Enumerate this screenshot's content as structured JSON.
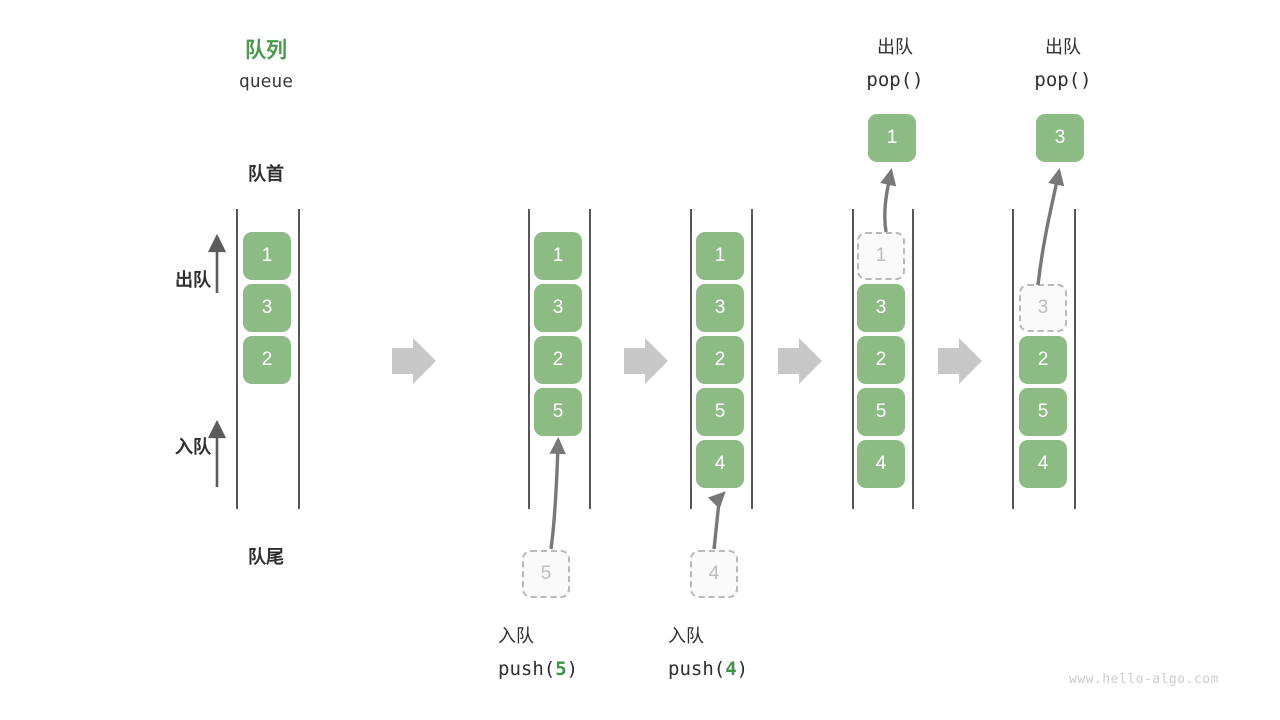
{
  "header": {
    "title_cn": "队列",
    "title_mono": "queue",
    "front_label": "队首",
    "rear_label": "队尾",
    "dequeue_label": "出队",
    "enqueue_label": "入队"
  },
  "colors": {
    "cell_green": "#8cbb84",
    "title_green": "#4a9a4e",
    "arg_green": "#41914a",
    "rail_gray": "#575757",
    "ghost_border": "#b9b9b9",
    "ghost_text": "#bdbdbd",
    "flow_arrow_gray": "#c8c8c8",
    "curve_arrow_gray": "#6e6e6e",
    "watermark_gray": "#cccccc"
  },
  "watermark": "www.hello-algo.com",
  "flow_arrows": [
    {
      "name": "flow-arrow-1"
    },
    {
      "name": "flow-arrow-2"
    },
    {
      "name": "flow-arrow-3"
    },
    {
      "name": "flow-arrow-4"
    }
  ],
  "stages": [
    {
      "id": "stage-initial",
      "caption_cn": "",
      "caption_mono": "",
      "cells": [
        {
          "value": "1",
          "ghost": false
        },
        {
          "value": "3",
          "ghost": false
        },
        {
          "value": "2",
          "ghost": false
        }
      ],
      "floating_cell": null,
      "incoming_cell": null
    },
    {
      "id": "stage-push-5",
      "caption_cn": "入队",
      "caption_mono_pre": "push(",
      "caption_mono_arg": "5",
      "caption_mono_post": ")",
      "cells": [
        {
          "value": "1",
          "ghost": false
        },
        {
          "value": "3",
          "ghost": false
        },
        {
          "value": "2",
          "ghost": false
        },
        {
          "value": "5",
          "ghost": false
        }
      ],
      "floating_cell": null,
      "incoming_cell": {
        "value": "5",
        "ghost": true
      }
    },
    {
      "id": "stage-push-4",
      "caption_cn": "入队",
      "caption_mono_pre": "push(",
      "caption_mono_arg": "4",
      "caption_mono_post": ")",
      "cells": [
        {
          "value": "1",
          "ghost": false
        },
        {
          "value": "3",
          "ghost": false
        },
        {
          "value": "2",
          "ghost": false
        },
        {
          "value": "5",
          "ghost": false
        },
        {
          "value": "4",
          "ghost": false
        }
      ],
      "floating_cell": null,
      "incoming_cell": {
        "value": "4",
        "ghost": true
      }
    },
    {
      "id": "stage-pop-1",
      "caption_cn": "出队",
      "caption_mono_pre": "pop(",
      "caption_mono_arg": "",
      "caption_mono_post": ")",
      "cells": [
        {
          "value": "1",
          "ghost": true
        },
        {
          "value": "3",
          "ghost": false
        },
        {
          "value": "2",
          "ghost": false
        },
        {
          "value": "5",
          "ghost": false
        },
        {
          "value": "4",
          "ghost": false
        }
      ],
      "floating_cell": {
        "value": "1",
        "ghost": false
      },
      "incoming_cell": null
    },
    {
      "id": "stage-pop-3",
      "caption_cn": "出队",
      "caption_mono_pre": "pop(",
      "caption_mono_arg": "",
      "caption_mono_post": ")",
      "cells": [
        {
          "value": "",
          "ghost": null
        },
        {
          "value": "3",
          "ghost": true
        },
        {
          "value": "2",
          "ghost": false
        },
        {
          "value": "5",
          "ghost": false
        },
        {
          "value": "4",
          "ghost": false
        }
      ],
      "floating_cell": {
        "value": "3",
        "ghost": false
      },
      "incoming_cell": null
    }
  ]
}
